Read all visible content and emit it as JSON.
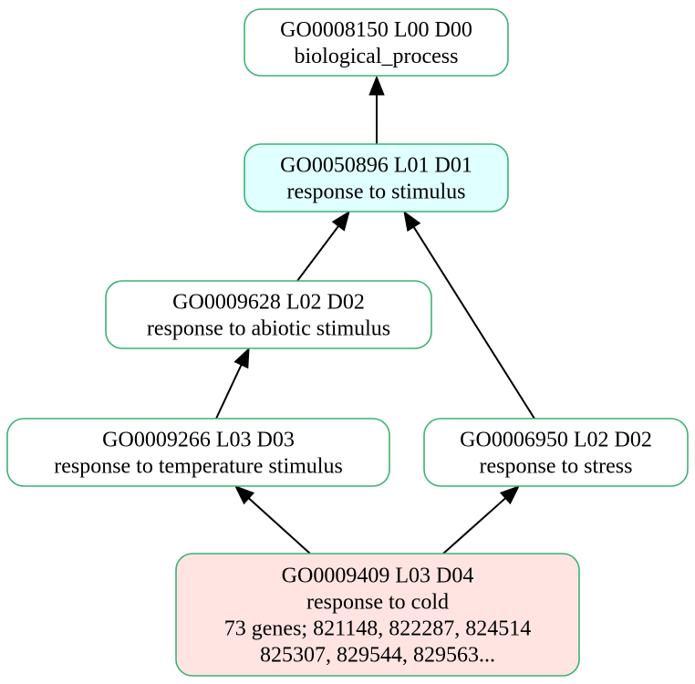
{
  "diagram": {
    "colors": {
      "border": "#3cb371",
      "default_fill": "#ffffff",
      "highlight_fill": "#e0ffff",
      "query_fill": "#ffe4e1",
      "edge": "#000000"
    },
    "nodes": [
      {
        "id": "GO0008150",
        "fill": "#ffffff",
        "lines": [
          "GO0008150 L00 D00",
          "biological_process"
        ]
      },
      {
        "id": "GO0050896",
        "fill": "#e0ffff",
        "lines": [
          "GO0050896 L01 D01",
          "response to stimulus"
        ]
      },
      {
        "id": "GO0009628",
        "fill": "#ffffff",
        "lines": [
          "GO0009628 L02 D02",
          "response to abiotic stimulus"
        ]
      },
      {
        "id": "GO0009266",
        "fill": "#ffffff",
        "lines": [
          "GO0009266 L03 D03",
          "response to temperature stimulus"
        ]
      },
      {
        "id": "GO0006950",
        "fill": "#ffffff",
        "lines": [
          "GO0006950 L02 D02",
          "response to stress"
        ]
      },
      {
        "id": "GO0009409",
        "fill": "#ffe4e1",
        "lines": [
          "GO0009409 L03 D04",
          "response to cold",
          "73 genes; 821148, 822287, 824514",
          "825307, 829544, 829563..."
        ]
      }
    ],
    "edges": [
      {
        "from": "GO0050896",
        "to": "GO0008150"
      },
      {
        "from": "GO0009628",
        "to": "GO0050896"
      },
      {
        "from": "GO0006950",
        "to": "GO0050896"
      },
      {
        "from": "GO0009266",
        "to": "GO0009628"
      },
      {
        "from": "GO0009409",
        "to": "GO0009266"
      },
      {
        "from": "GO0009409",
        "to": "GO0006950"
      }
    ]
  }
}
